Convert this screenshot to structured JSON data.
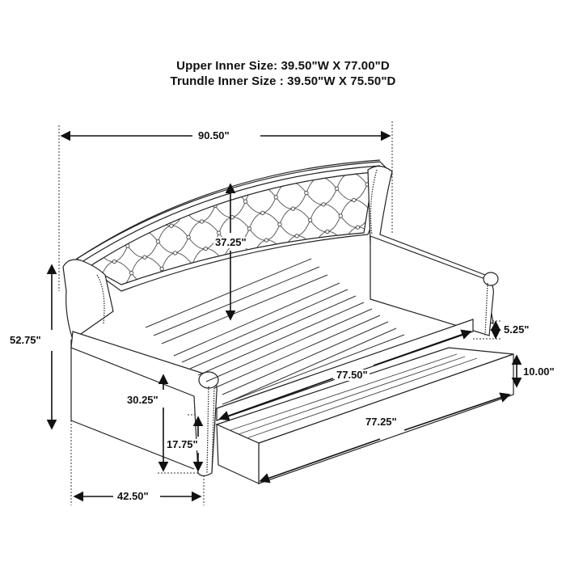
{
  "header": {
    "upper_inner_size": "Upper Inner Size: 39.50\"W X 77.00\"D",
    "trundle_inner_size": "Trundle Inner Size : 39.50\"W X 75.50\"D"
  },
  "product": {
    "type": "daybed-with-trundle",
    "features": [
      "tufted-headboard",
      "rolled-arms",
      "nailhead-trim",
      "slat-support",
      "pull-out-trundle"
    ]
  },
  "dimensions": {
    "overall_width": "90.50\"",
    "overall_height": "52.75\"",
    "headboard_height": "37.25\"",
    "arm_height": "30.25\"",
    "seat_height": "17.75\"",
    "overall_depth": "42.50\"",
    "upper_length": "77.50\"",
    "trundle_length": "77.25\"",
    "rail_height": "5.25\"",
    "trundle_height": "10.00\""
  },
  "colors": {
    "line": "#222222",
    "background": "#ffffff"
  }
}
